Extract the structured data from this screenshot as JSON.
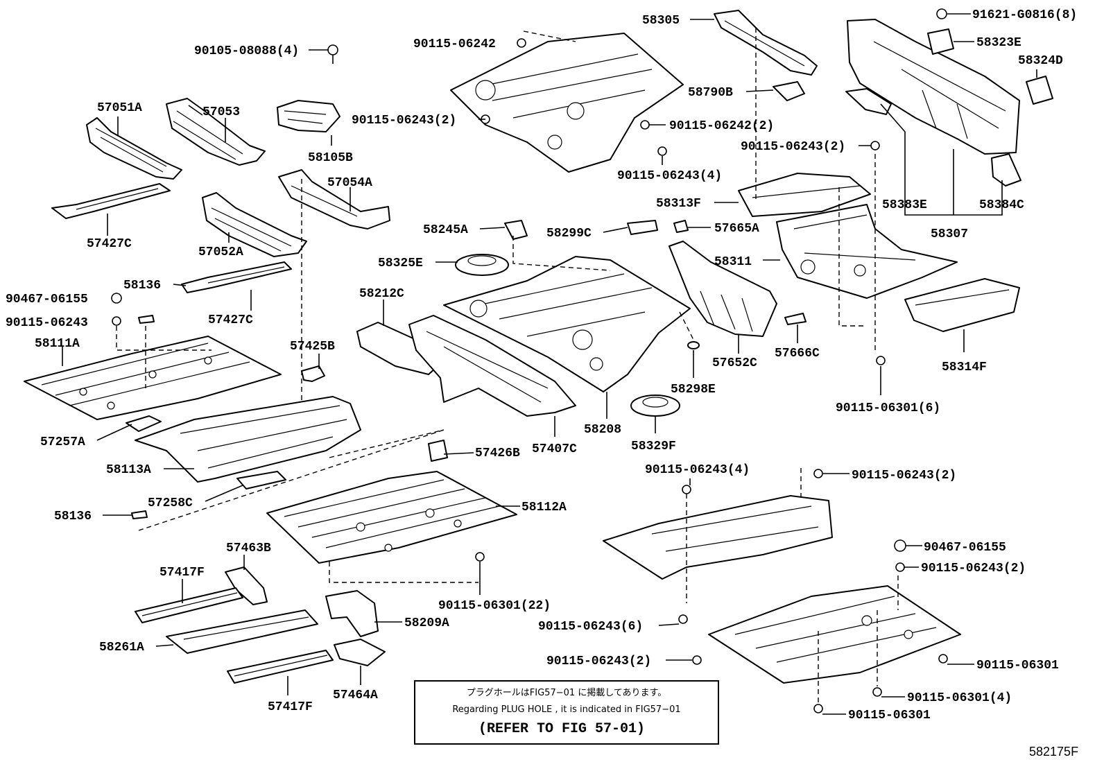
{
  "labels": {
    "l_90105_08088": "90105-08088(4)",
    "l_57051A": "57051A",
    "l_57053": "57053",
    "l_58105B": "58105B",
    "l_57427C_a": "57427C",
    "l_57052A": "57052A",
    "l_57054A": "57054A",
    "l_58136_a": "58136",
    "l_90467_06155_a": "90467-06155",
    "l_90115_06243_a": "90115-06243",
    "l_57427C_b": "57427C",
    "l_58111A": "58111A",
    "l_57425B": "57425B",
    "l_57257A": "57257A",
    "l_58113A": "58113A",
    "l_57258C": "57258C",
    "l_58136_b": "58136",
    "l_57426B": "57426B",
    "l_58112A": "58112A",
    "l_57463B": "57463B",
    "l_57417F_a": "57417F",
    "l_58261A": "58261A",
    "l_58209A": "58209A",
    "l_57417F_b": "57417F",
    "l_57464A": "57464A",
    "l_90115_06301_22": "90115-06301(22)",
    "l_90115_06242_a": "90115-06242",
    "l_90115_06243_2a": "90115-06243(2)",
    "l_90115_06242_2": "90115-06242(2)",
    "l_90115_06243_4a": "90115-06243(4)",
    "l_58245A": "58245A",
    "l_58299C": "58299C",
    "l_58325E": "58325E",
    "l_58212C": "58212C",
    "l_57407C": "57407C",
    "l_58208": "58208",
    "l_58329F": "58329F",
    "l_58298E": "58298E",
    "l_58305": "58305",
    "l_58790B": "58790B",
    "l_90115_06243_2b": "90115-06243(2)",
    "l_58313F": "58313F",
    "l_57665A": "57665A",
    "l_58311": "58311",
    "l_57652C": "57652C",
    "l_57666C": "57666C",
    "l_90115_06301_6": "90115-06301(6)",
    "l_91621_G0816": "91621-G0816(8)",
    "l_58323E": "58323E",
    "l_58324D": "58324D",
    "l_58383E": "58383E",
    "l_58384C": "58384C",
    "l_58307": "58307",
    "l_58314F": "58314F",
    "l_90115_06243_4b": "90115-06243(4)",
    "l_90115_06243_2c": "90115-06243(2)",
    "l_90467_06155_b": "90467-06155",
    "l_90115_06243_2d": "90115-06243(2)",
    "l_90115_06243_6": "90115-06243(6)",
    "l_90115_06243_2e": "90115-06243(2)",
    "l_90115_06301_a": "90115-06301",
    "l_90115_06301_4": "90115-06301(4)",
    "l_90115_06301_b": "90115-06301"
  },
  "note": {
    "line_jp": "プラグホールはFIG57−01 に掲載してあります。",
    "line_en": "Regarding PLUG HOLE , it is indicated in FIG57−01",
    "line_ref": "(REFER TO FIG 57-01)"
  },
  "figure_code": "582175F"
}
